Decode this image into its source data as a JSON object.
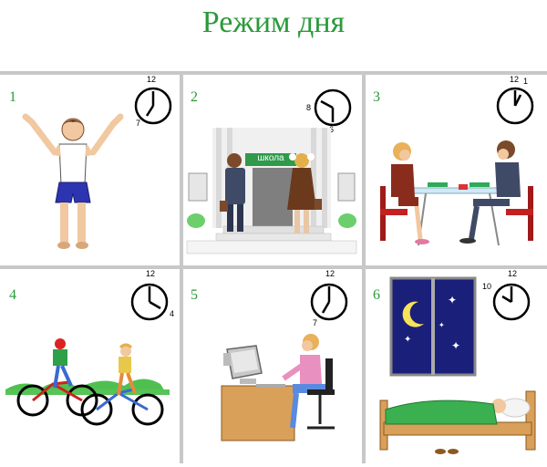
{
  "title": "Режим дня",
  "panels": [
    {
      "number": "1",
      "clock_labels": [
        "12",
        "7"
      ],
      "caption_icon": "morning-exercise"
    },
    {
      "number": "2",
      "clock_labels": [
        "8",
        "6"
      ],
      "sign": "школа",
      "caption_icon": "going-to-school"
    },
    {
      "number": "3",
      "clock_labels": [
        "12",
        "1"
      ],
      "caption_icon": "lunch"
    },
    {
      "number": "4",
      "clock_labels": [
        "12",
        "4"
      ],
      "caption_icon": "cycling"
    },
    {
      "number": "5",
      "clock_labels": [
        "12",
        "7"
      ],
      "caption_icon": "computer"
    },
    {
      "number": "6",
      "clock_labels": [
        "12",
        "10"
      ],
      "caption_icon": "sleep"
    }
  ],
  "colors": {
    "title": "#2a9a3a",
    "number": "#2a9a3a",
    "divider": "#c8c8c8"
  }
}
